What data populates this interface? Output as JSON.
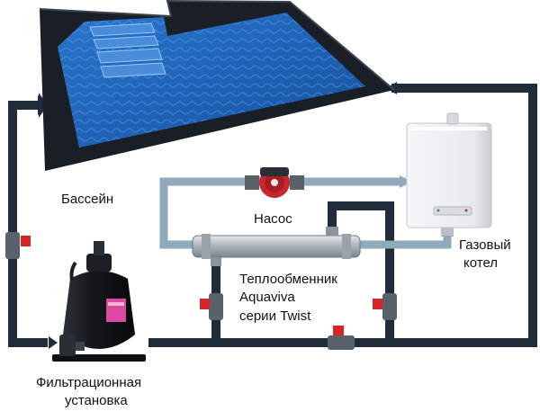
{
  "diagram": {
    "labels": {
      "pool": "Бассейн",
      "pump": "Насос",
      "boiler_line1": "Газовый",
      "boiler_line2": "котел",
      "exchanger_line1": "Теплообменник",
      "exchanger_line2": "Aquaviva",
      "exchanger_line3": "серии Twist",
      "filter_line1": "Фильтрационная",
      "filter_line2": "установка"
    },
    "colors": {
      "pipe_dark": "#1f2d3a",
      "pipe_light": "#8fa9bd",
      "water": "#1f63b8",
      "pool_rim": "#1a1f26",
      "valve_red": "#d7262b",
      "pump_red": "#c8282c",
      "boiler_white": "#eef0f2",
      "exchanger_steel": "#c9ced3",
      "filter_black": "#121417",
      "filter_pink": "#d94aa0"
    },
    "icons": [
      "pool-icon",
      "pump-icon",
      "boiler-icon",
      "heat-exchanger-icon",
      "filter-icon",
      "valve-icon",
      "arrow-icon"
    ]
  }
}
